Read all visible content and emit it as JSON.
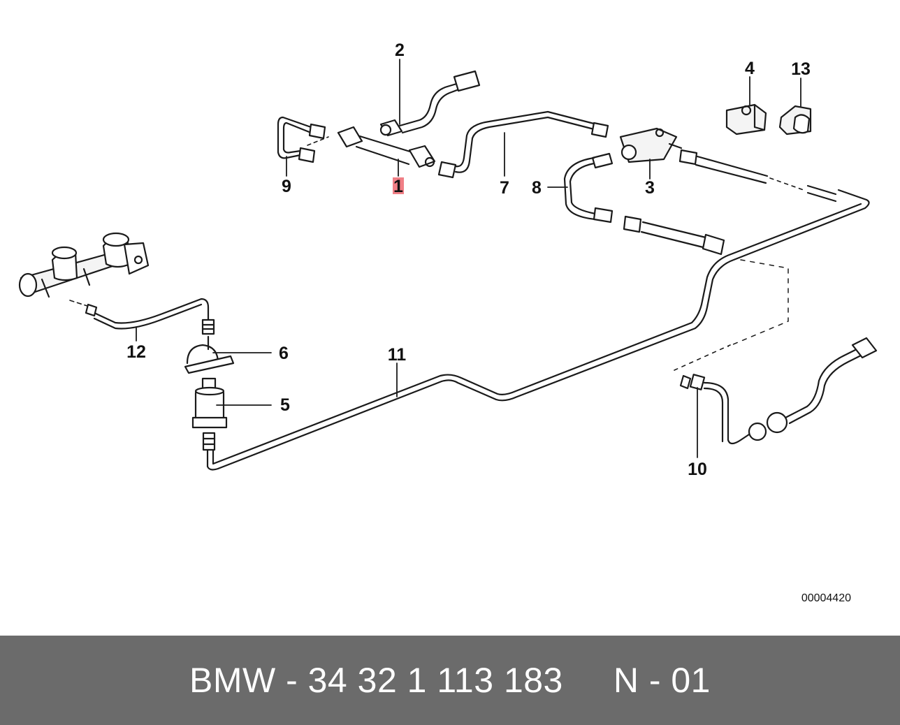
{
  "diagram": {
    "callouts": {
      "c1": "1",
      "c2": "2",
      "c3": "3",
      "c4": "4",
      "c5": "5",
      "c6": "6",
      "c7": "7",
      "c8": "8",
      "c9": "9",
      "c10": "10",
      "c11": "11",
      "c12": "12",
      "c13": "13"
    },
    "highlighted_callout": "1",
    "highlight_color": "#f07f86",
    "reference_code": "00004420"
  },
  "footer": {
    "text": "BMW - 34 32 1 113 183     N - 01",
    "background_color": "#6b6b6b",
    "text_color": "#ffffff"
  }
}
